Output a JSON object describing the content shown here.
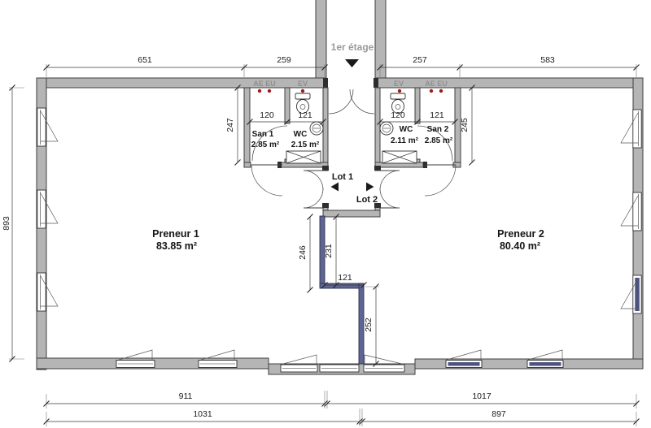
{
  "title": {
    "floor": "1er étage"
  },
  "rooms": {
    "preneur1": {
      "name": "Preneur 1",
      "area": "83.85 m²"
    },
    "preneur2": {
      "name": "Preneur 2",
      "area": "80.40 m²"
    },
    "san1": {
      "name": "San 1",
      "area": "2.85 m²"
    },
    "wc1": {
      "name": "WC",
      "area": "2.15 m²"
    },
    "wc2": {
      "name": "WC",
      "area": "2.11 m²"
    },
    "san2": {
      "name": "San 2",
      "area": "2.85 m²"
    },
    "lot1": "Lot 1",
    "lot2": "Lot 2"
  },
  "utility": {
    "ae_eu_left": "AE EU",
    "ev_left": "EV",
    "ev_right": "EV",
    "ae_eu_right": "AE EU"
  },
  "dimensions": {
    "top_left_outer": "651",
    "top_left_inner": "259",
    "top_right_inner": "257",
    "top_right_outer": "583",
    "left_height": "893",
    "san_left_depth": "247",
    "san_right_depth": "245",
    "san1_width": "120",
    "wc1_width": "121",
    "wc2_width": "120",
    "san2_width": "121",
    "partition_left": "246",
    "partition_inner": "231",
    "partition_offset": "121",
    "partition_lower": "252",
    "bottom_left_1": "911",
    "bottom_right_1": "1017",
    "bottom_left_2": "1031",
    "bottom_right_2": "897"
  },
  "colors": {
    "wall_fill": "#b5b5b5",
    "wall_outline": "#3f3f3f",
    "partition_blue": "#5f6590",
    "window_blue": "#4d537f",
    "marker_red": "#9e1b1b",
    "muted_label": "#8f8f8f",
    "dim_text": "#1c1c1c"
  }
}
